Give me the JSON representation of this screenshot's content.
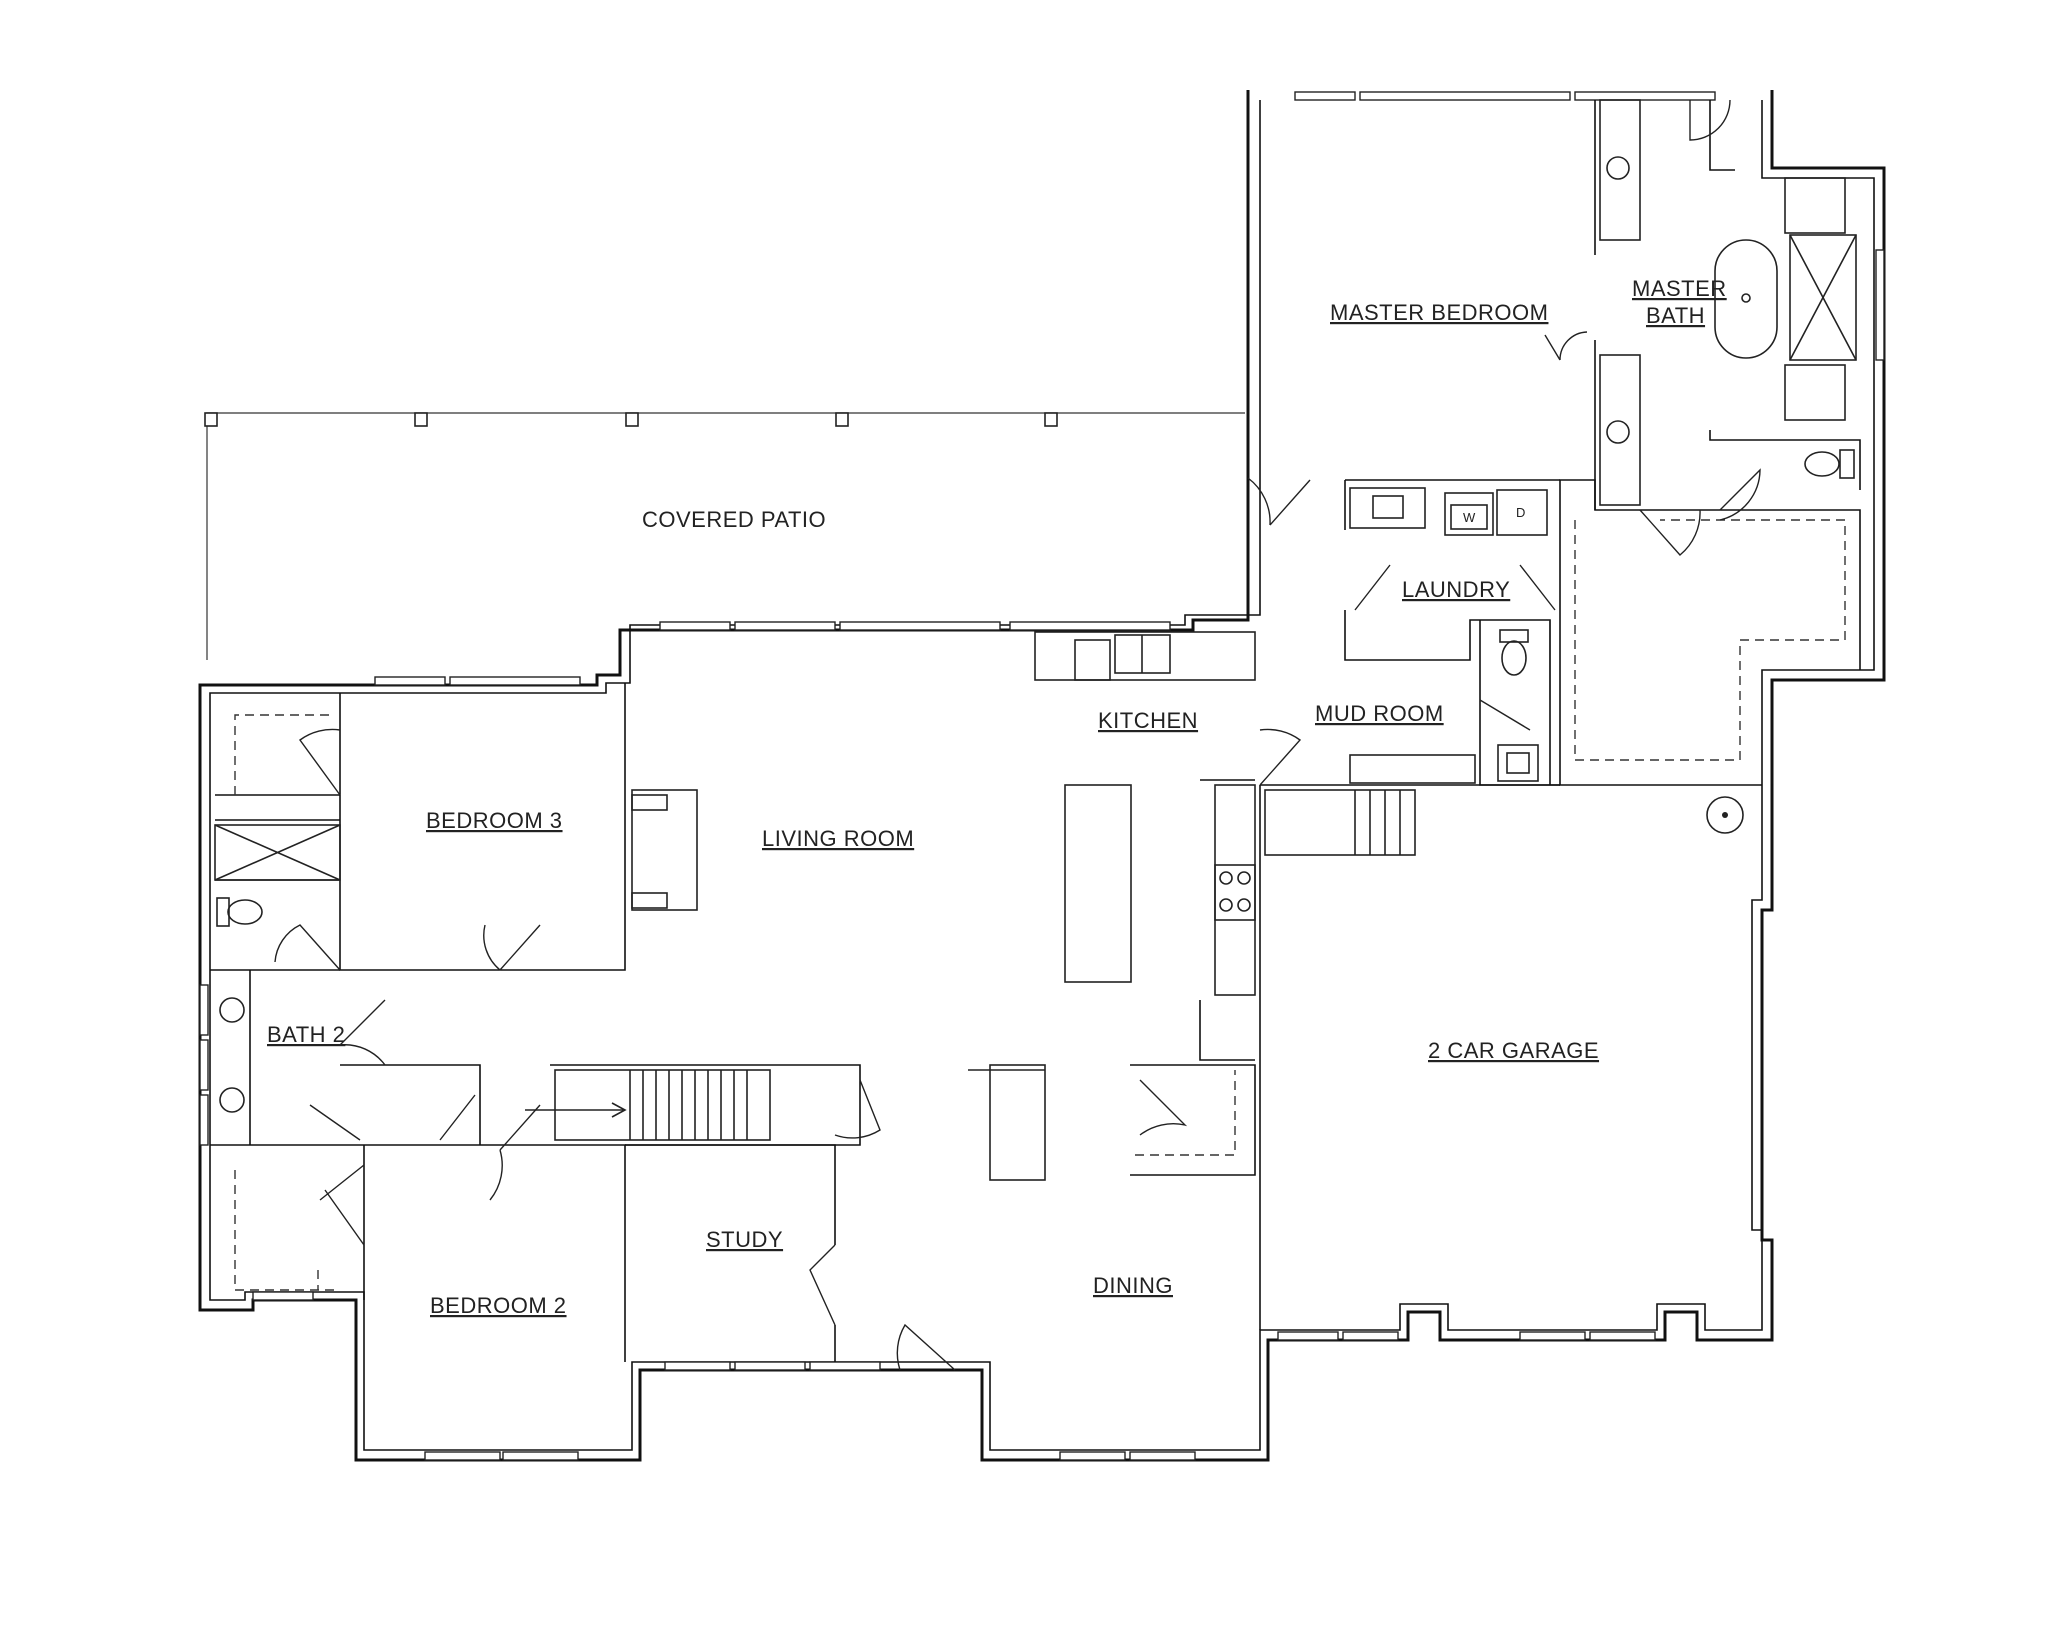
{
  "rooms": {
    "master_bedroom": "MASTER BEDROOM",
    "master_bath_line1": "MASTER",
    "master_bath_line2": "BATH",
    "covered_patio": "COVERED PATIO",
    "laundry": "LAUNDRY",
    "kitchen": "KITCHEN",
    "mud_room": "MUD ROOM",
    "bedroom_3": "BEDROOM 3",
    "living_room": "LIVING ROOM",
    "bath_2": "BATH 2",
    "two_car_garage": "2 CAR GARAGE",
    "study": "STUDY",
    "dining": "DINING",
    "bedroom_2": "BEDROOM 2"
  },
  "appliances": {
    "washer": "W",
    "dryer": "D"
  }
}
